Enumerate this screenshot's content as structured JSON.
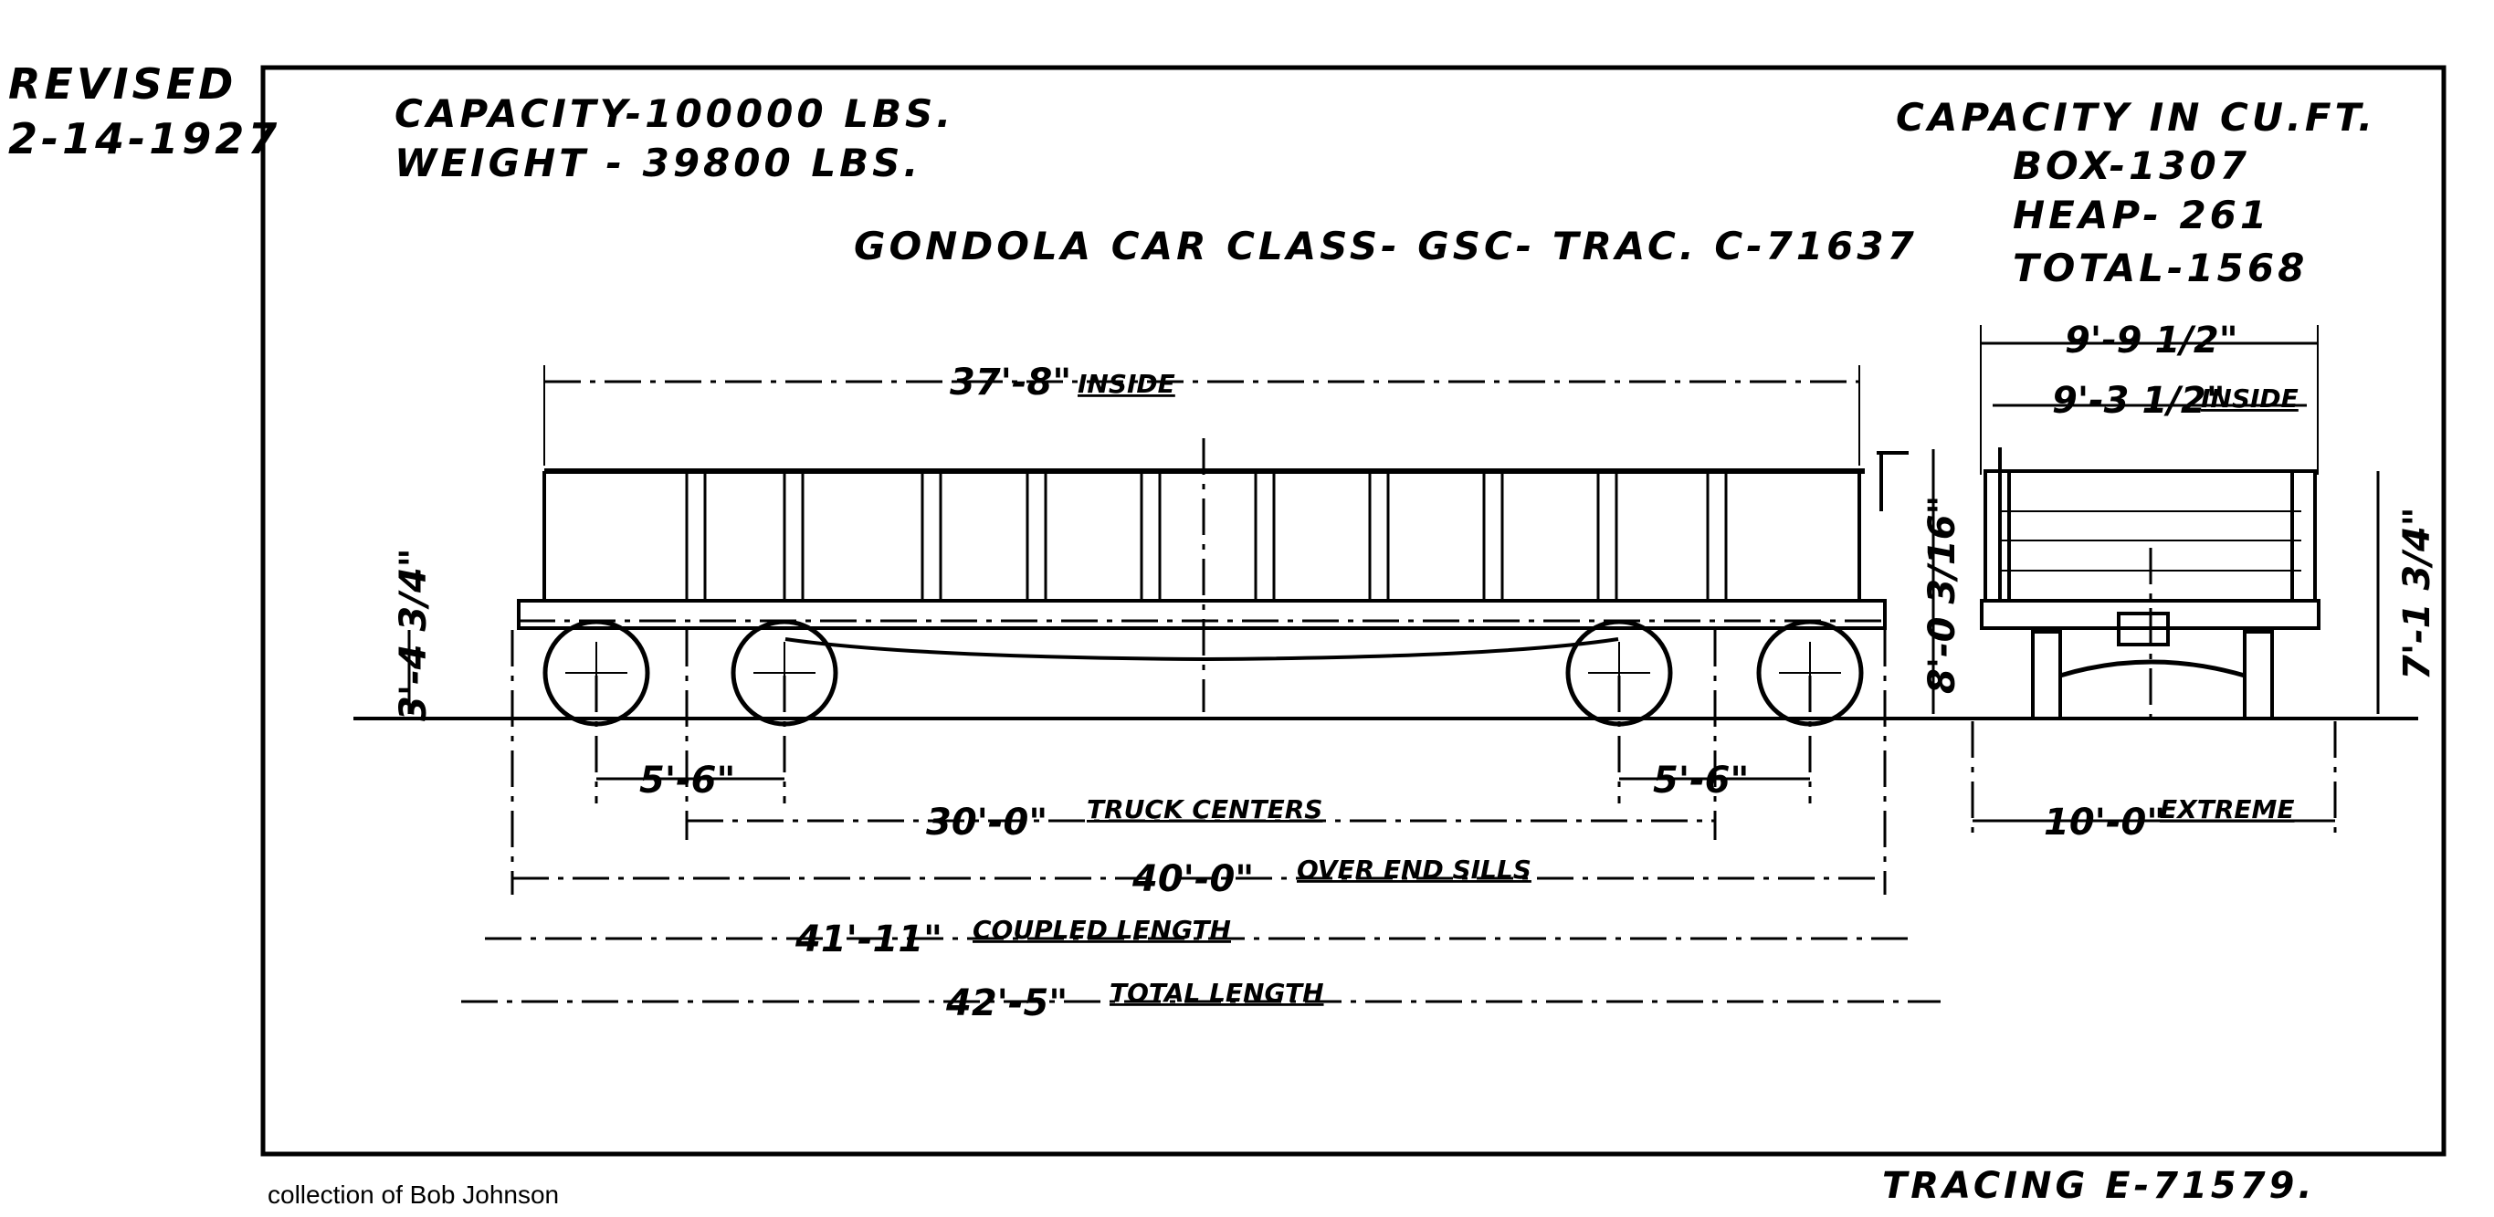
{
  "revision": {
    "label": "REVISED",
    "date": "2-14-1927"
  },
  "specs": {
    "capacity": "CAPACITY-100000 LBS.",
    "weight": "WEIGHT - 39800 LBS."
  },
  "title": "GONDOLA CAR CLASS- GSC- TRAC. C-71637",
  "cubic_capacity": {
    "heading": "CAPACITY IN CU.FT.",
    "box": "BOX-1307",
    "heap": "HEAP- 261",
    "total": "TOTAL-1568"
  },
  "dimensions": {
    "inside_length": "37'-8\"",
    "inside_length_note": "INSIDE",
    "height_side": "8'-0 3/16\"",
    "sill_height": "3'-4 3/4\"",
    "end_width": "9'-9 1/2\"",
    "end_inside_width": "9'-3 1/2\"",
    "end_inside_note": "INSIDE",
    "end_height": "7'-1 3/4\"",
    "wheelbase_left": "5'-6\"",
    "wheelbase_right": "5'-6\"",
    "truck_centers": "30'-0\"",
    "truck_centers_note": "TRUCK CENTERS",
    "over_end_sills": "40'-0\"",
    "over_end_sills_note": "OVER END SILLS",
    "coupled_length": "41'-11\"",
    "coupled_length_note": "COUPLED LENGTH",
    "total_length": "42'-5\"",
    "total_length_note": "TOTAL LENGTH",
    "extreme_width": "10'-0\"",
    "extreme_width_note": "EXTREME"
  },
  "credit": "collection of Bob Johnson",
  "tracing": "TRACING E-71579."
}
